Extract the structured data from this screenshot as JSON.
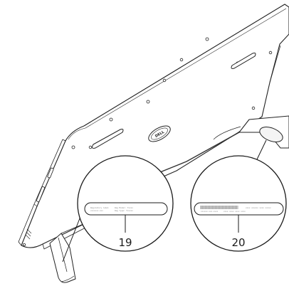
{
  "diagram": {
    "logo_text": "DELL",
    "callouts": [
      {
        "number": "19",
        "target": "regulatory-label"
      },
      {
        "number": "20",
        "target": "service-tag-label"
      }
    ],
    "regulatory_label": {
      "line1_left": "Regulatory label",
      "line1_right": "Reg Model: Txxxx",
      "line2_left": "xxxxxxx-xxx",
      "line2_right": "Reg Type: Txxxxx"
    },
    "service_tag_label": {
      "line1_right": "xxxx xxxxxx xxxx xxxxx",
      "line2_left": "xxxxxx-xxx-xxxx",
      "line2_right": "xxxx xxxx xxxx xxxx"
    }
  }
}
